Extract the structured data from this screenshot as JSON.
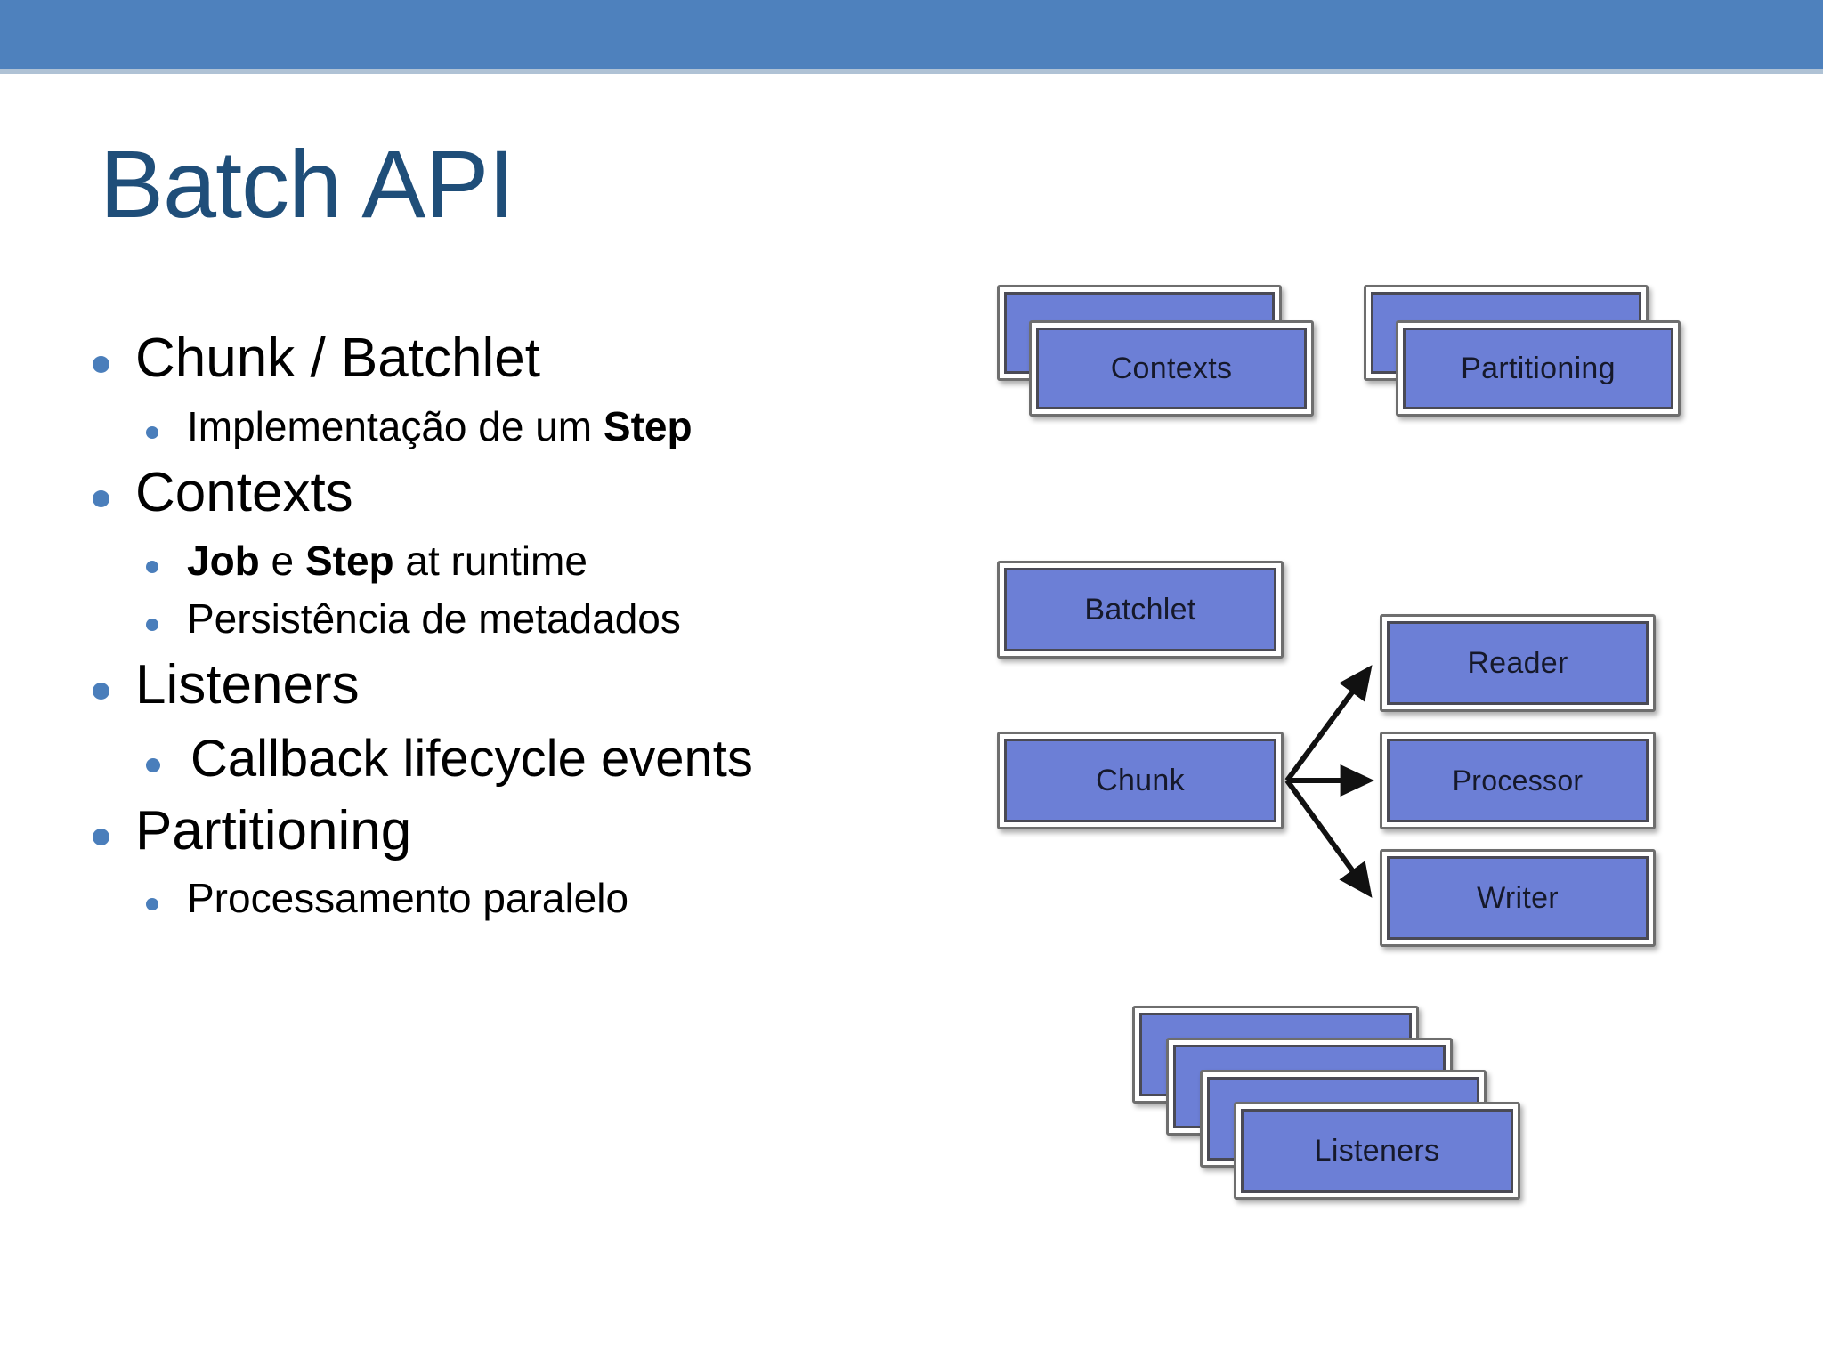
{
  "slide": {
    "title": "Batch API",
    "accent_band_color": "#4E81BD",
    "title_color": "#1F4E79",
    "bullet_dot_color": "#4A7EBB",
    "node_fill_color": "#6C7FD6",
    "node_border_color": "#6E6E6E"
  },
  "bullets": [
    {
      "level": 1,
      "text": "Chunk / Batchlet"
    },
    {
      "level": 2,
      "text": "Implementação de um ",
      "bold_tail": "Step"
    },
    {
      "level": 1,
      "text": "Contexts"
    },
    {
      "level": 2,
      "bold_head": "Job",
      "mid": " e ",
      "bold_mid": "Step",
      "tail": " at runtime"
    },
    {
      "level": 2,
      "text": "Persistência de metadados"
    },
    {
      "level": 1,
      "text": "Listeners"
    },
    {
      "level": 2,
      "text": "Callback lifecycle events",
      "emphasis": "large"
    },
    {
      "level": 1,
      "text": "Partitioning"
    },
    {
      "level": 2,
      "text": "Processamento paralelo"
    }
  ],
  "diagram": {
    "type": "block-diagram",
    "nodes": [
      {
        "id": "contexts",
        "label": "Contexts",
        "stacked": 2
      },
      {
        "id": "partitioning",
        "label": "Partitioning",
        "stacked": 2
      },
      {
        "id": "batchlet",
        "label": "Batchlet",
        "stacked": 1
      },
      {
        "id": "chunk",
        "label": "Chunk",
        "stacked": 1
      },
      {
        "id": "reader",
        "label": "Reader",
        "stacked": 1
      },
      {
        "id": "processor",
        "label": "Processor",
        "stacked": 1
      },
      {
        "id": "writer",
        "label": "Writer",
        "stacked": 1
      },
      {
        "id": "listeners",
        "label": "Listeners",
        "stacked": 4
      }
    ],
    "edges": [
      {
        "from": "chunk",
        "to": "reader"
      },
      {
        "from": "chunk",
        "to": "processor"
      },
      {
        "from": "chunk",
        "to": "writer"
      }
    ]
  }
}
